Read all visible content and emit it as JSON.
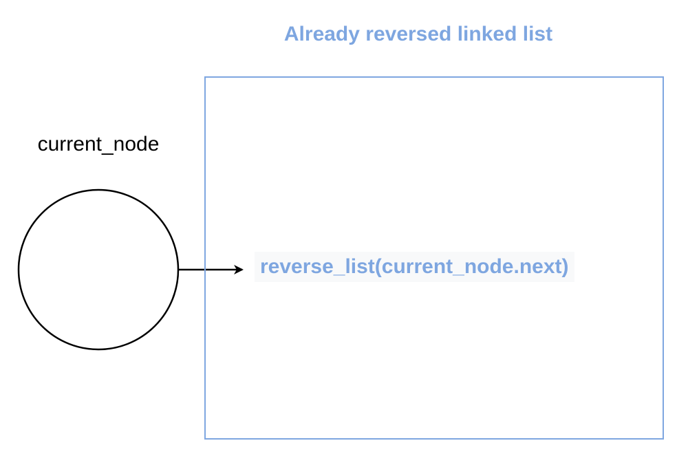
{
  "diagram": {
    "title": "Already reversed linked list",
    "node_label": "current_node",
    "call_label": "reverse_list(current_node.next)",
    "colors": {
      "accent": "#7ea6e0",
      "text": "#000000",
      "label_background": "#f8f9fa"
    }
  }
}
